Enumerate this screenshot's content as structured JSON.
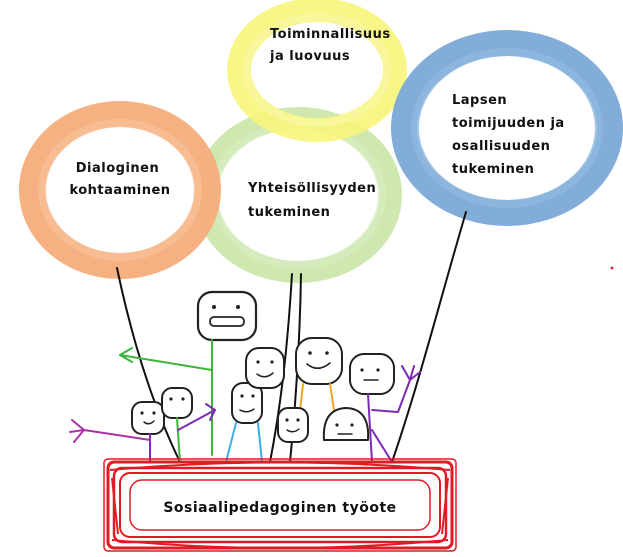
{
  "balloons": [
    {
      "id": "dialogue",
      "lines": [
        "Dialoginen",
        "kohtaaminen"
      ],
      "color": "#f6ad7b"
    },
    {
      "id": "functionality",
      "lines": [
        "Toiminnallisuus",
        "ja luovuus"
      ],
      "color": "#f7f57a"
    },
    {
      "id": "community",
      "lines": [
        "Yhteisöllisyyden",
        "tukeminen"
      ],
      "color": "#c9e6a7"
    },
    {
      "id": "agency",
      "lines": [
        "Lapsen",
        "toimijuuden ja",
        "osallisuuden",
        "tukeminen"
      ],
      "color": "#7aa9d6"
    }
  ],
  "base": {
    "label": "Sosiaalipedagoginen työote",
    "color": "#e01b24"
  },
  "figure_colors": [
    "#3db43a",
    "#7b2bb5",
    "#ad2fa8",
    "#3ab0e8",
    "#f2a428",
    "#222222"
  ]
}
